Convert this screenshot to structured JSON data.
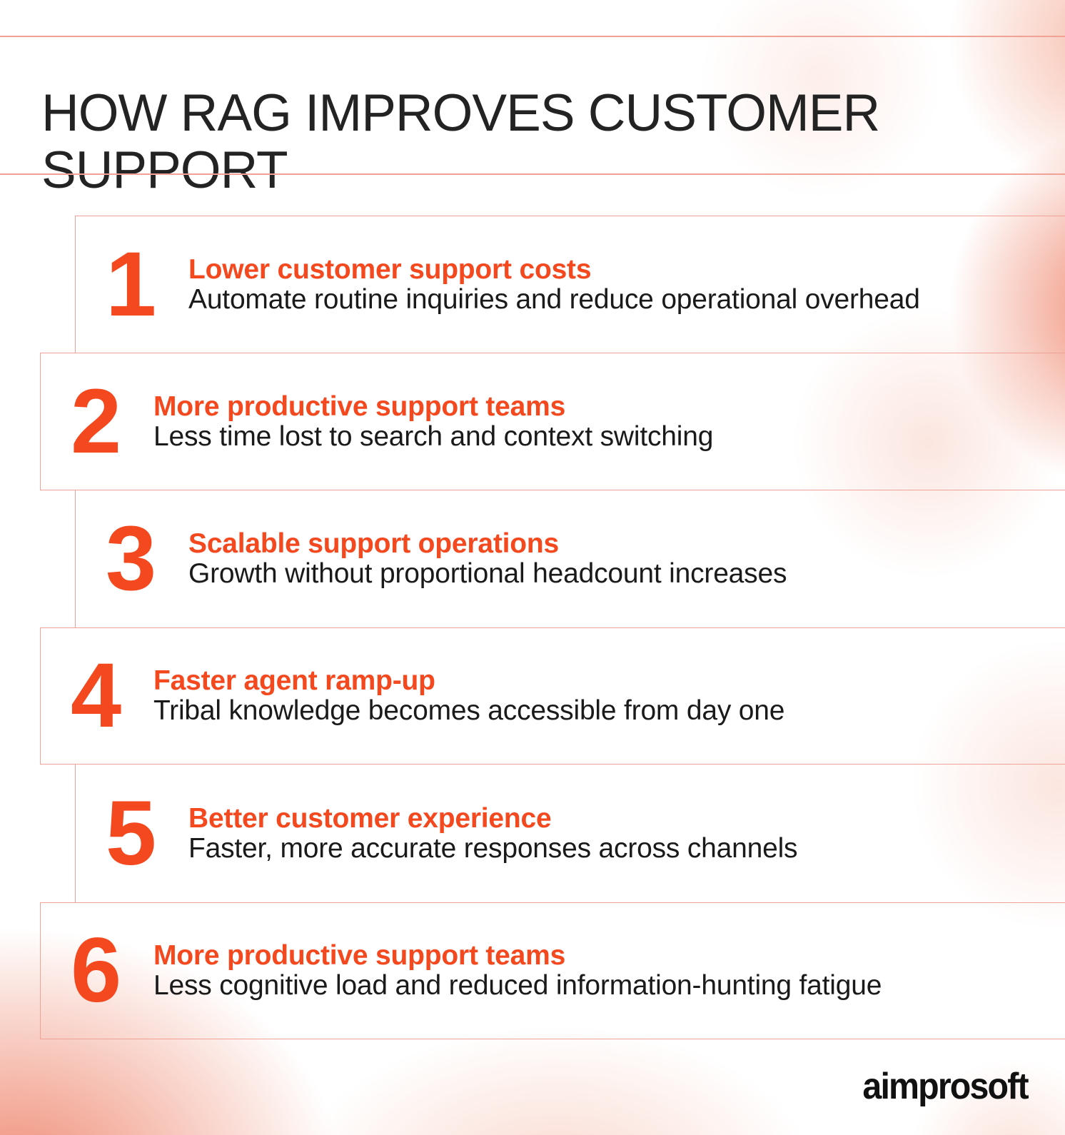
{
  "header": {
    "title": "HOW RAG IMPROVES CUSTOMER SUPPORT"
  },
  "items": [
    {
      "number": "1",
      "title": "Lower customer support costs",
      "description": "Automate routine inquiries and reduce operational overhead"
    },
    {
      "number": "2",
      "title": "More productive support teams",
      "description": "Less time lost to search and context switching"
    },
    {
      "number": "3",
      "title": "Scalable support operations",
      "description": "Growth without proportional headcount increases"
    },
    {
      "number": "4",
      "title": "Faster agent ramp-up",
      "description": "Tribal knowledge becomes accessible from day one"
    },
    {
      "number": "5",
      "title": "Better customer experience",
      "description": "Faster, more accurate responses across channels"
    },
    {
      "number": "6",
      "title": "More productive support teams",
      "description": "Less cognitive load and reduced information-hunting fatigue"
    }
  ],
  "footer": {
    "logo_text": "aimprosoft"
  },
  "colors": {
    "accent": "#f4481f",
    "line": "#f1a296",
    "heading_text": "#232323",
    "body_text": "#1a1a1a"
  }
}
